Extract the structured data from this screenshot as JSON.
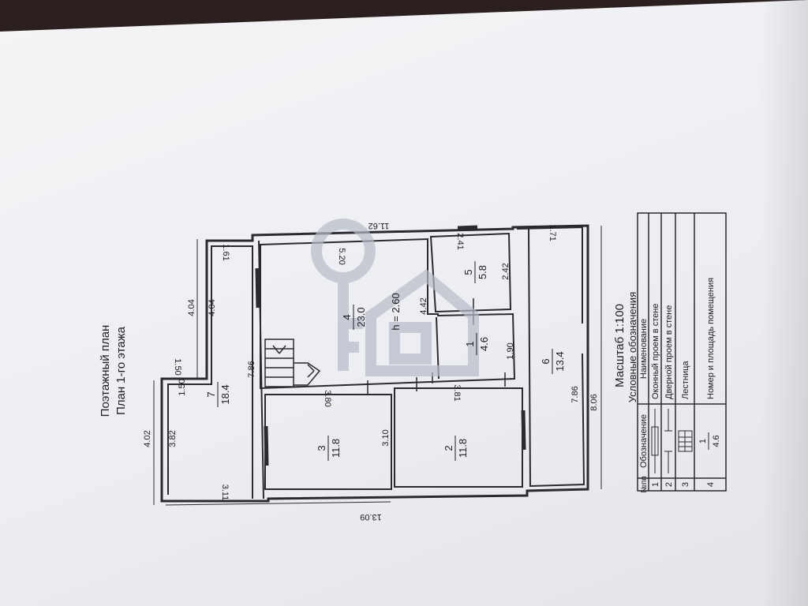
{
  "title": {
    "line1": "Поэтажный план",
    "line2": "План 1-го этажа"
  },
  "rooms": [
    {
      "num": "7",
      "area": "18.4"
    },
    {
      "num": "3",
      "area": "11.8"
    },
    {
      "num": "2",
      "area": "11.8"
    },
    {
      "num": "4",
      "area": "23.0"
    },
    {
      "num": "1",
      "area": "4.6"
    },
    {
      "num": "5",
      "area": "5.8"
    },
    {
      "num": "6",
      "area": "13.4"
    }
  ],
  "height_label": "h = 2.60",
  "dims": {
    "d402": "4.02",
    "d382": "3.82",
    "d311": "3.11",
    "d150a": "1.50",
    "d150b": "1.50",
    "d404a": "4.04",
    "d404b": "4.04",
    "d161": "1.61",
    "d786a": "7.86",
    "d380": "3.80",
    "d310": "3.10",
    "d381": "3.81",
    "d520": "5.20",
    "d442": "4.42",
    "d241": "2.41",
    "d242": "2.42",
    "d190": "1.90",
    "d1162": "11.62",
    "d171": "1.71",
    "d786b": "7.86",
    "d806": "8.06",
    "d1309": "13.09"
  },
  "scale": "Масштаб 1:100",
  "legend": {
    "title": "Условные обозначения",
    "headers": [
      "№пп",
      "Обозначение",
      "Наименование"
    ],
    "rows": [
      {
        "n": "1",
        "name": "Оконный проем в стене"
      },
      {
        "n": "2",
        "name": "Дверной проем в стене"
      },
      {
        "n": "3",
        "name": "Лестница"
      },
      {
        "n": "4",
        "name": "Номер и площадь помещения",
        "sym_num": "1",
        "sym_area": "4.6"
      }
    ]
  },
  "watermark": {
    "name": "key-house-watermark"
  }
}
